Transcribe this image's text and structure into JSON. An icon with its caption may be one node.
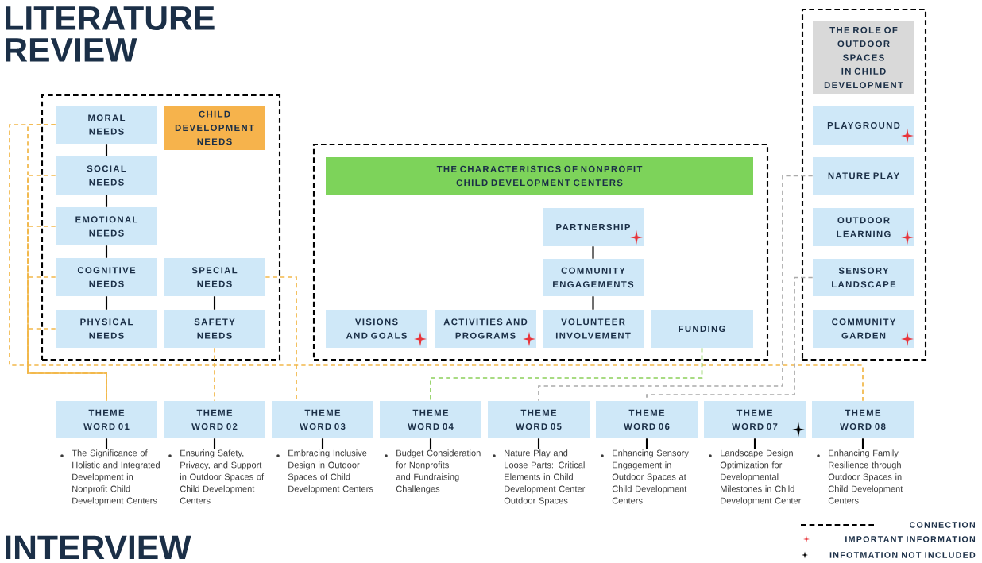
{
  "diagram": {
    "title": "LITERATURE REVIEW",
    "nodes": [
      {
        "text": [],
        "shape": "box"
      },
      {
        "text": [
          "CHILD DEVELOPMENT NEEDS"
        ],
        "in": 0
      },
      {
        "text": [
          "MORAL NEEDS"
        ],
        "in": 0
      },
      {
        "text": [
          "SOCIAL NEEDS"
        ],
        "in": 0
      },
      {
        "text": [
          "EMOTIONAL NEEDS"
        ],
        "in": 0
      },
      {
        "text": [
          "COGNITIVE NEEDS"
        ],
        "in": 0
      },
      {
        "text": [
          "SPECIAL NEEDS"
        ],
        "in": 0
      },
      {
        "text": [
          "PHYSICAL NEEDS"
        ],
        "in": 0
      },
      {
        "text": [
          "SAFETY NEEDS"
        ],
        "in": 0
      },
      {
        "text": [],
        "shape": "box"
      },
      {
        "text": [
          "THE CHARACTERISTICS OF NONPROFIT CHILD DEVELOPMENT CENTERS"
        ],
        "in": 9
      },
      {
        "text": [
          "PARTNERSHIP"
        ],
        "in": 9
      },
      {
        "text": [
          "COMMUNITY ENGAGEMENTS"
        ],
        "in": 9
      },
      {
        "text": [
          "VISIONS AND GOALS"
        ],
        "in": 9
      },
      {
        "text": [
          "ACTIVITIES AND PROGRAMS"
        ],
        "in": 9
      },
      {
        "text": [
          "VOLUNTEER INVOLVEMENT"
        ],
        "in": 9
      },
      {
        "text": [
          "FUNDING"
        ],
        "in": 9
      },
      {
        "text": [],
        "shape": "box"
      },
      {
        "text": [
          "THE ROLE OF OUTDOOR SPACES IN CHILD DEVELOPMENT"
        ],
        "in": 17
      },
      {
        "text": [
          "PLAYGROUND"
        ],
        "in": 17
      },
      {
        "text": [
          "NATURE PLAY"
        ],
        "in": 17
      },
      {
        "text": [
          "OUTDOOR LEARNING"
        ],
        "in": 17
      },
      {
        "text": [
          "SENSORY LANDSCAPE"
        ],
        "in": 17
      },
      {
        "text": [
          "COMMUNITY GARDEN"
        ],
        "in": 17
      },
      {
        "text": [
          "THEME WORD 01"
        ]
      },
      {
        "text": [
          "THEME WORD 02"
        ]
      },
      {
        "text": [
          "THEME WORD 03"
        ]
      },
      {
        "text": [
          "THEME WORD 04"
        ]
      },
      {
        "text": [
          "THEME WORD 05"
        ]
      },
      {
        "text": [
          "THEME WORD 06"
        ]
      },
      {
        "text": [
          "THEME WORD 07"
        ]
      },
      {
        "text": [
          "THEME WORD 08"
        ]
      },
      {
        "text": [
          "The Significance of Holistic and Integrated Development in Nonprofit Child Development Centers"
        ]
      },
      {
        "text": [
          "Ensuring Safety, Privacy, and Support in Outdoor Spaces of Child Development Centers"
        ]
      },
      {
        "text": [
          "Embracing Inclusive Design in Outdoor Spaces of Child Development Centers"
        ]
      },
      {
        "text": [
          "Budget Consideration for Nonprofits and Fundraising Challenges"
        ]
      },
      {
        "text": [
          "Nature Play and Loose Parts: Critical Elements in Child Development Center Outdoor Spaces"
        ]
      },
      {
        "text": [
          "Enhancing Sensory Engagement in Outdoor Spaces at Child Development Centers"
        ]
      },
      {
        "text": [
          "Landscape Design Optimization for Developmental Milestones in Child Development Center"
        ]
      },
      {
        "text": [
          "Enhancing Family Resilience through Outdoor Spaces in Child Development Centers"
        ]
      }
    ],
    "edges": [
      {
        "from": 2,
        "to": 3,
        "arrow": "none"
      },
      {
        "from": 3,
        "to": 4,
        "arrow": "none"
      },
      {
        "from": 4,
        "to": 5,
        "arrow": "none"
      },
      {
        "from": 5,
        "to": 7,
        "arrow": "none"
      },
      {
        "from": 6,
        "to": 8,
        "arrow": "none"
      },
      {
        "from": 11,
        "to": 12,
        "arrow": "none"
      },
      {
        "from": 12,
        "to": 15,
        "arrow": "none"
      },
      {
        "from": 24,
        "to": 32,
        "arrow": "none"
      },
      {
        "from": 25,
        "to": 33,
        "arrow": "none"
      },
      {
        "from": 26,
        "to": 34,
        "arrow": "none"
      },
      {
        "from": 27,
        "to": 35,
        "arrow": "none"
      },
      {
        "from": 28,
        "to": 36,
        "arrow": "none"
      },
      {
        "from": 29,
        "to": 37,
        "arrow": "none"
      },
      {
        "from": 30,
        "to": 38,
        "arrow": "none"
      },
      {
        "from": 31,
        "to": 39,
        "arrow": "none"
      },
      {
        "from": 2,
        "to": 24,
        "arrow": "none",
        "style": "dashed",
        "color": "#f2b84b"
      },
      {
        "from": 3,
        "to": 24,
        "arrow": "none",
        "style": "dashed",
        "color": "#f2b84b"
      },
      {
        "from": 4,
        "to": 24,
        "arrow": "none",
        "style": "dashed",
        "color": "#f2b84b"
      },
      {
        "from": 5,
        "to": 24,
        "arrow": "none",
        "style": "dashed",
        "color": "#f2b84b"
      },
      {
        "from": 7,
        "to": 24,
        "arrow": "none",
        "style": "dashed",
        "color": "#f2b84b"
      },
      {
        "from": 2,
        "to": 31,
        "arrow": "none",
        "style": "dashed",
        "color": "#f2b84b"
      },
      {
        "from": 8,
        "to": 25,
        "arrow": "none",
        "style": "dashed",
        "color": "#f2b84b"
      },
      {
        "from": 6,
        "to": 26,
        "arrow": "none",
        "style": "dashed",
        "color": "#f2b84b"
      },
      {
        "from": 16,
        "to": 27,
        "arrow": "none",
        "style": "dashed",
        "color": "#8ccf5a"
      },
      {
        "from": 20,
        "to": 28,
        "arrow": "none",
        "style": "dashed",
        "color": "#aaaaaa"
      },
      {
        "from": 22,
        "to": 29,
        "arrow": "none",
        "style": "dashed",
        "color": "#aaaaaa"
      }
    ],
    "labels": [
      "INTERVIEW"
    ],
    "legend": [
      {
        "text": "CONNECTION"
      },
      {
        "text": "IMPORTANT INFORMATION"
      },
      {
        "text": "INFOTMATION NOT INCLUDED"
      }
    ]
  }
}
